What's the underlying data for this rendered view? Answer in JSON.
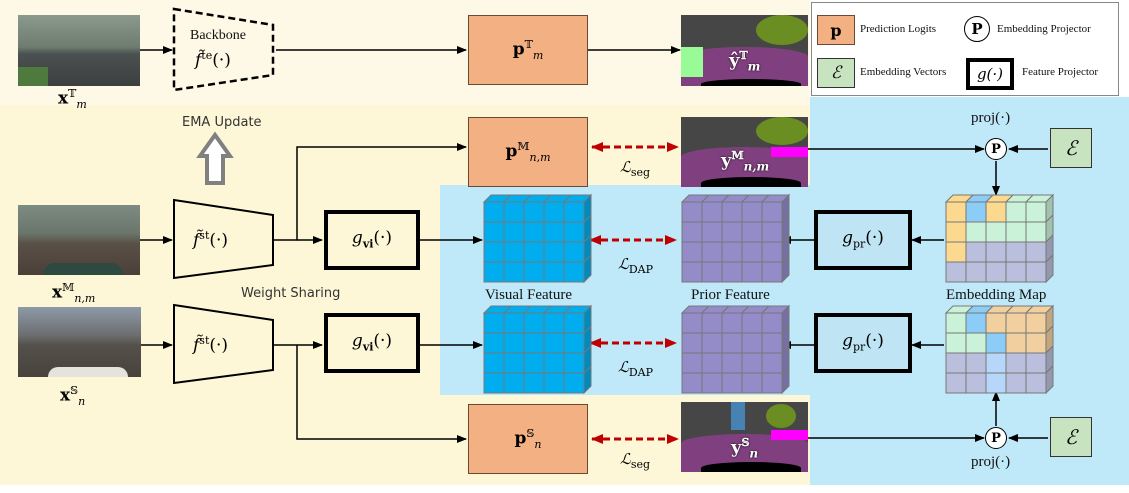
{
  "colors": {
    "prediction_logits": "#f2b083",
    "embedding_vectors": "#c8e3c0",
    "visual_feature": "#00aeef",
    "prior_feature": "#948bc9",
    "teacher_background": "#fdf9e6",
    "student_background": "#fdf7d8",
    "embedding_background": "#bfe9f9",
    "loss_arrow": "#c00000",
    "ema_arrow": "#808080"
  },
  "legend": {
    "prediction_logits": {
      "symbol": "p",
      "label": "Prediction Logits"
    },
    "embedding_projector": {
      "symbol": "P",
      "label": "Embedding Projector"
    },
    "embedding_vectors": {
      "symbol": "ℰ",
      "label": "Embedding Vectors"
    },
    "feature_projector": {
      "symbol": "g(·)",
      "label": "Feature  Projector"
    }
  },
  "teacher": {
    "input_label": {
      "base": "x",
      "sup": "𝕋",
      "sub": "m"
    },
    "backbone_title": "Backbone",
    "backbone_func": {
      "base": "f̃",
      "sup": "te",
      "arg": "(·)"
    },
    "logits": {
      "base": "p",
      "sup": "𝕋",
      "sub": "m"
    },
    "pseudo_label": {
      "base": "ŷ",
      "sup": "𝕋",
      "sub": "m"
    }
  },
  "ema_update": "EMA Update",
  "weight_sharing": "Weight  Sharing",
  "mixed": {
    "input_label": {
      "base": "x",
      "sup": "𝕄",
      "sub": "n,m"
    },
    "backbone_func": {
      "base": "f̃",
      "sup": "st",
      "arg": "(·)"
    },
    "visual_projector": {
      "base": "g",
      "sub": "vi",
      "arg": "(·)"
    },
    "logits": {
      "base": "p",
      "sup": "𝕄",
      "sub": "n,m"
    },
    "label": {
      "base": "y",
      "sup": "𝕄",
      "sub": "n,m"
    },
    "seg_loss": {
      "base": "ℒ",
      "sub": "seg"
    },
    "dap_loss": {
      "base": "ℒ",
      "sub": "DAP"
    },
    "prior_projector": {
      "base": "g",
      "sub": "pr",
      "arg": "(·)"
    }
  },
  "source": {
    "input_label": {
      "base": "x",
      "sup": "𝕊",
      "sub": "n"
    },
    "backbone_func": {
      "base": "f̃",
      "sup": "st",
      "arg": "(·)"
    },
    "visual_projector": {
      "base": "g",
      "sub": "vi",
      "arg": "(·)"
    },
    "logits": {
      "base": "p",
      "sup": "𝕊",
      "sub": "n"
    },
    "label": {
      "base": "y",
      "sup": "𝕊",
      "sub": "n"
    },
    "seg_loss": {
      "base": "ℒ",
      "sub": "seg"
    },
    "dap_loss": {
      "base": "ℒ",
      "sub": "DAP"
    },
    "prior_projector": {
      "base": "g",
      "sub": "pr",
      "arg": "(·)"
    }
  },
  "feature_labels": {
    "visual": "Visual Feature",
    "prior": "Prior Feature",
    "embedding_map": "Embedding Map"
  },
  "projector": {
    "func_label": "proj(·)",
    "symbol": "P",
    "embedding_symbol": "ℰ"
  },
  "embedding_map_top": [
    [
      "orange",
      "blue",
      "orange",
      "green",
      "green"
    ],
    [
      "orange",
      "green",
      "green",
      "green",
      "green"
    ],
    [
      "orange",
      "gray",
      "gray",
      "gray",
      "gray"
    ],
    [
      "gray",
      "gray",
      "gray",
      "gray",
      "gray"
    ]
  ],
  "embedding_map_bottom": [
    [
      "green",
      "blue",
      "peach",
      "peach",
      "peach"
    ],
    [
      "green",
      "green",
      "blue",
      "peach",
      "peach"
    ],
    [
      "gray",
      "gray",
      "lightblue",
      "gray",
      "gray"
    ],
    [
      "gray",
      "gray",
      "lightblue",
      "gray",
      "gray"
    ]
  ]
}
